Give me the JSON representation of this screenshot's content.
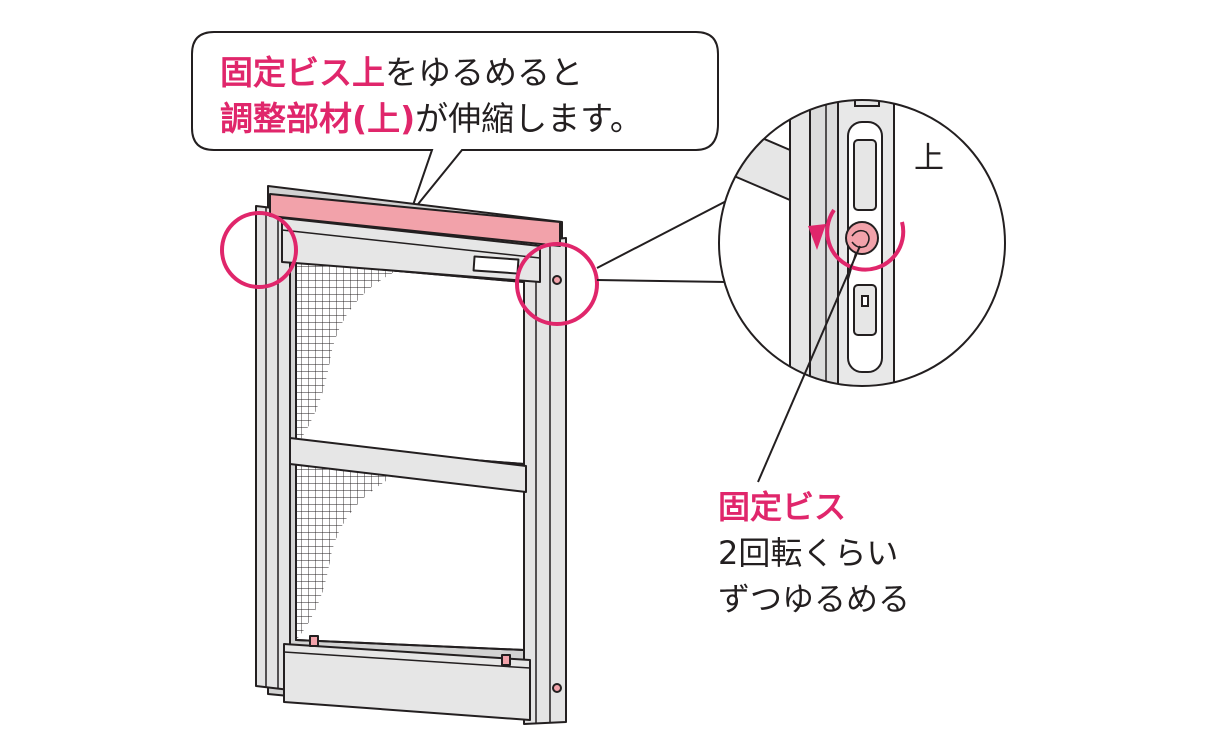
{
  "callout": {
    "line1_highlight": "固定ビス上",
    "line1_rest": "をゆるめると",
    "line2_highlight": "調整部材(上)",
    "line2_rest": "が伸縮します。"
  },
  "zoom": {
    "direction_label": "上"
  },
  "screw_note": {
    "title": "固定ビス",
    "line1": "2回転くらい",
    "line2": "ずつゆるめる"
  },
  "colors": {
    "accent": "#e0266b",
    "highlight_fill": "#f2a2aa",
    "frame": "#231f20",
    "frame_fill": "#dedede",
    "inner_fill": "#ececec"
  }
}
